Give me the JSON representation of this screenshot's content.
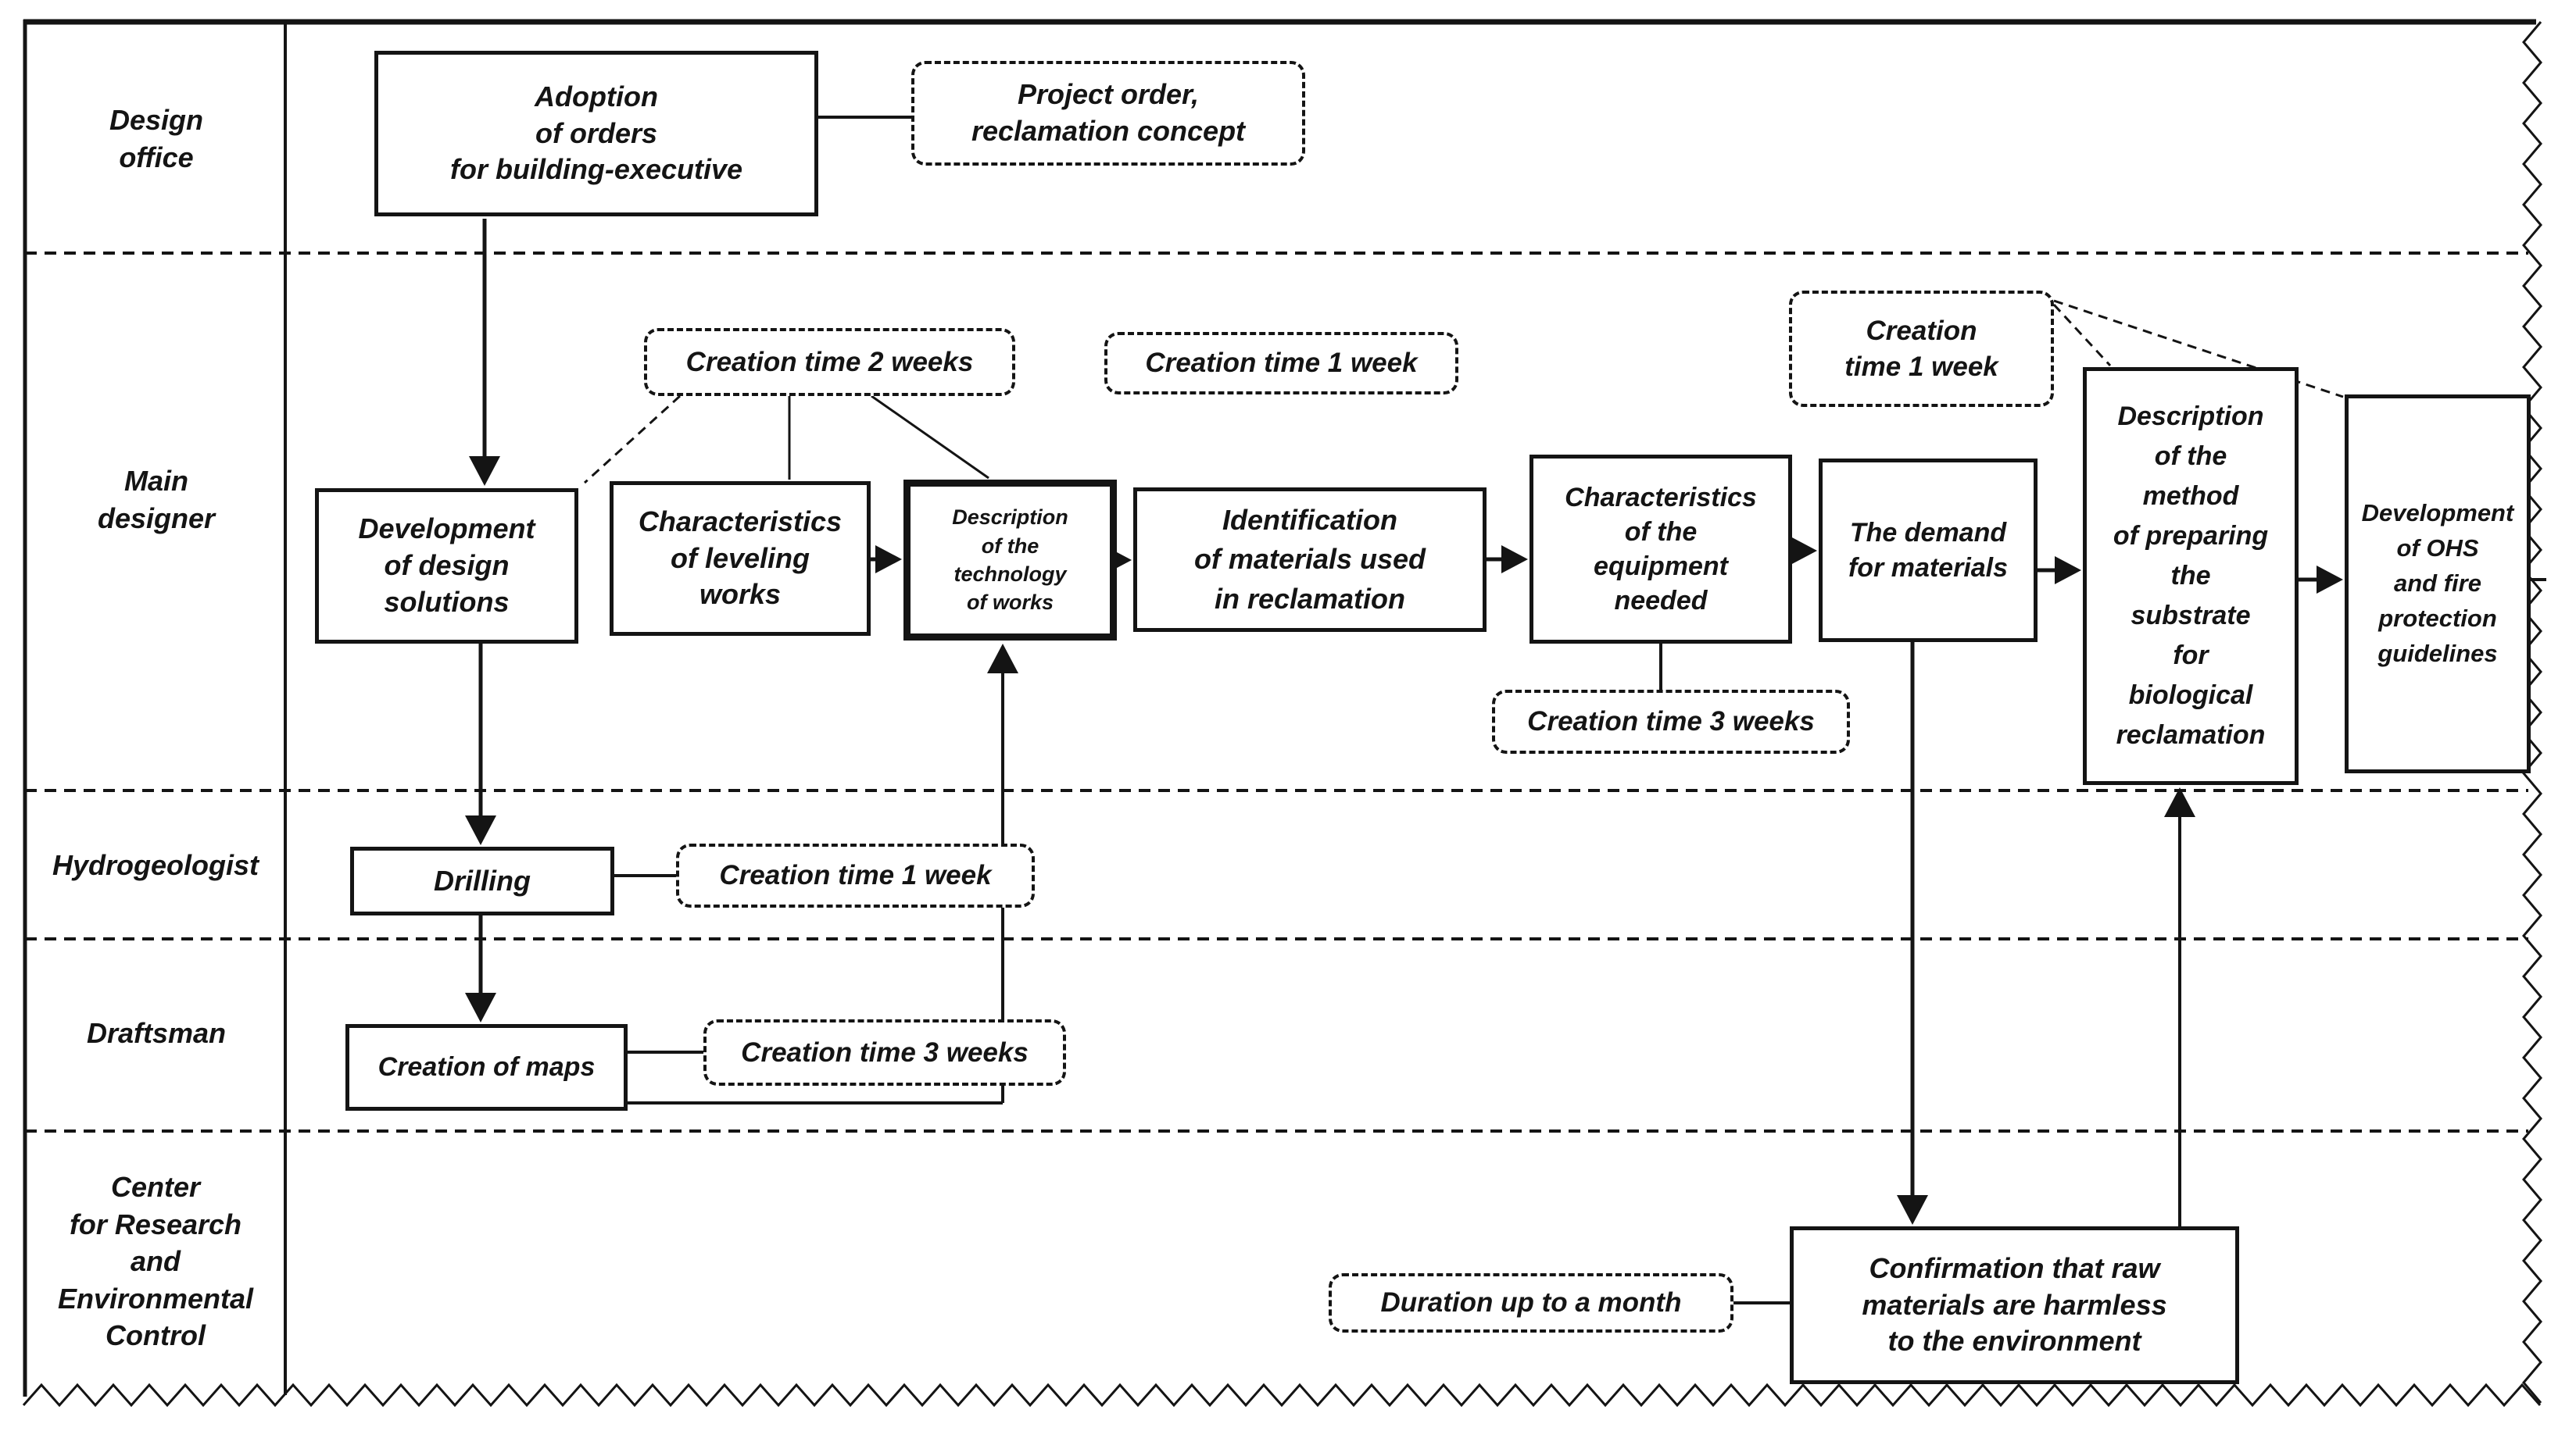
{
  "colors": {
    "ink": "#141414",
    "background": "#ffffff"
  },
  "lanes": [
    {
      "label": "Design\noffice"
    },
    {
      "label": "Main\ndesigner"
    },
    {
      "label": "Hydrogeologist"
    },
    {
      "label": "Draftsman"
    },
    {
      "label": "Center\nfor Research\nand\nEnvironmental\nControl"
    }
  ],
  "nodes": {
    "adoption": {
      "text": "Adoption\nof orders\nfor building-executive"
    },
    "project_order": {
      "text": "Project order,\nreclamation concept"
    },
    "ct2w": {
      "text": "Creation time 2 weeks"
    },
    "ct1w_mid": {
      "text": "Creation time 1 week"
    },
    "ct1w_tr": {
      "text": "Creation\ntime 1 week"
    },
    "development": {
      "text": "Development\nof design\nsolutions"
    },
    "leveling": {
      "text": "Characteristics\nof leveling\nworks"
    },
    "technology": {
      "text": "Description\nof the\ntechnology\nof works"
    },
    "identification": {
      "text": "Identification\nof materials used\nin reclamation"
    },
    "equipment": {
      "text": "Characteristics\nof the\nequipment\nneeded"
    },
    "demand": {
      "text": "The demand\nfor materials"
    },
    "method": {
      "text": "Description\nof the\nmethod\nof preparing\nthe\nsubstrate\nfor\nbiological\nreclamation"
    },
    "ohs": {
      "text": "Development\nof OHS\nand fire\nprotection\nguidelines"
    },
    "ct3w_equip": {
      "text": "Creation time 3 weeks"
    },
    "drilling": {
      "text": "Drilling"
    },
    "ct1w_drill": {
      "text": "Creation time 1 week"
    },
    "maps": {
      "text": "Creation of maps"
    },
    "ct3w_maps": {
      "text": "Creation time 3 weeks"
    },
    "duration": {
      "text": "Duration up to a month"
    },
    "confirmation": {
      "text": "Confirmation that raw\nmaterials are harmless\nto the environment"
    }
  }
}
